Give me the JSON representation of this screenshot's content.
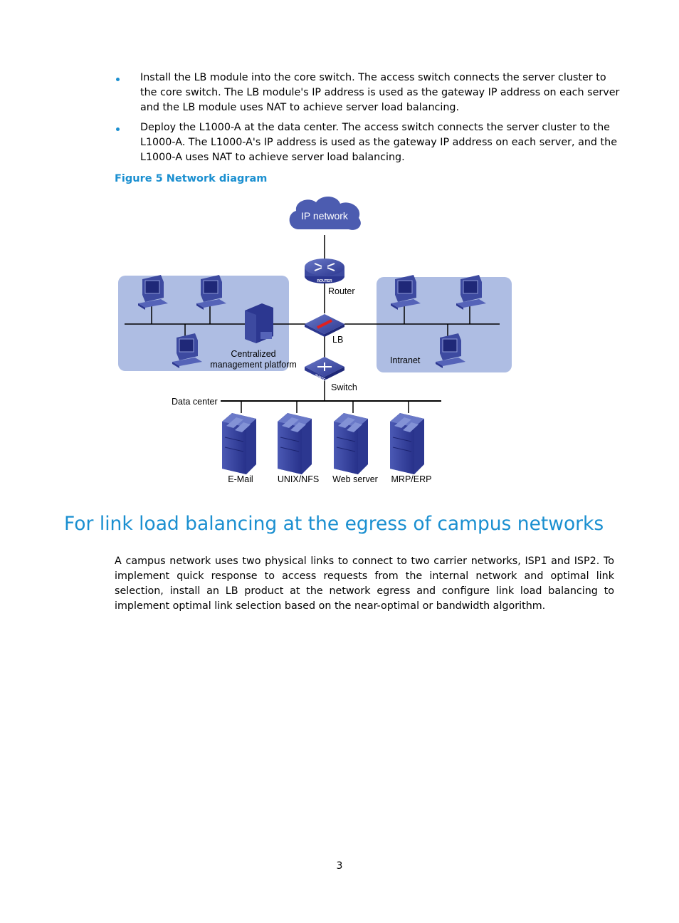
{
  "bullets": [
    "Install the LB module into the core switch. The access switch connects the server cluster to the core switch. The LB module's IP address is used as the gateway IP address on each server and the LB module uses NAT to achieve server load balancing.",
    "Deploy the L1000-A at the data center. The access switch connects the server cluster to the L1000-A. The L1000-A's IP address is used as the gateway IP address on each server, and the L1000-A uses NAT to achieve server load balancing."
  ],
  "figure": {
    "caption": "Figure 5 Network diagram",
    "labels": {
      "cloud": "IP network",
      "router": "Router",
      "lb": "LB",
      "switch": "Switch",
      "mgmt_line1": "Centralized",
      "mgmt_line2": "management platform",
      "intranet": "Intranet",
      "data_center": "Data center",
      "router_badge": "ROUTER",
      "switch_badge": "SWITCH"
    },
    "servers": [
      "E-Mail",
      "UNIX/NFS",
      "Web server",
      "MRP/ERP"
    ],
    "colors": {
      "zone_fill": "#aebde3",
      "device_blue": "#3d4aa0",
      "cloud_fill": "#4c5cb0",
      "line": "#000000"
    }
  },
  "section": {
    "heading": "For link load balancing at the egress of campus networks",
    "paragraph": "A campus network uses two physical links to connect to two carrier networks, ISP1 and ISP2. To implement quick response to access requests from the internal network and optimal link selection, install an LB product at the network egress and configure link load balancing to implement optimal link selection based on the near-optimal or bandwidth algorithm."
  },
  "page_number": "3"
}
